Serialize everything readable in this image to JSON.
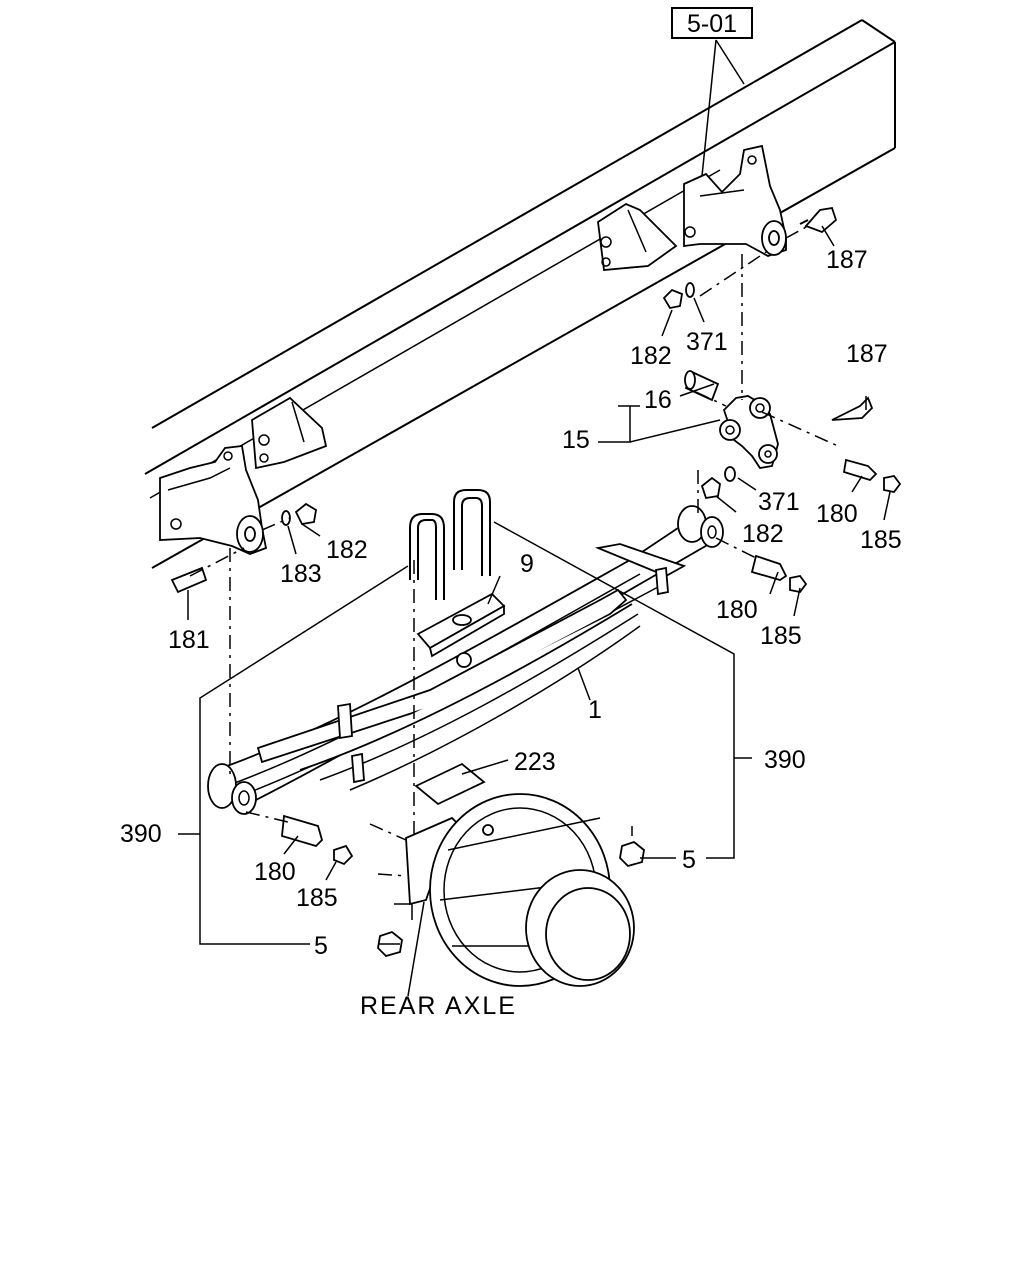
{
  "callouts": {
    "ref_501": "5-01",
    "c187_top": "187",
    "c182_top": "182",
    "c371_top": "371",
    "c187_mid": "187",
    "c16": "16",
    "c15": "15",
    "c371_mid": "371",
    "c182_mid": "182",
    "c180_r1": "180",
    "c185_r1": "185",
    "c180_r2": "180",
    "c185_r2": "185",
    "c182_left": "182",
    "c183": "183",
    "c181": "181",
    "c9": "9",
    "c1": "1",
    "c223": "223",
    "c390_right": "390",
    "c390_left": "390",
    "c5_right": "5",
    "c5_left": "5",
    "c180_low": "180",
    "c185_low": "185",
    "rear_axle": "REAR AXLE"
  }
}
